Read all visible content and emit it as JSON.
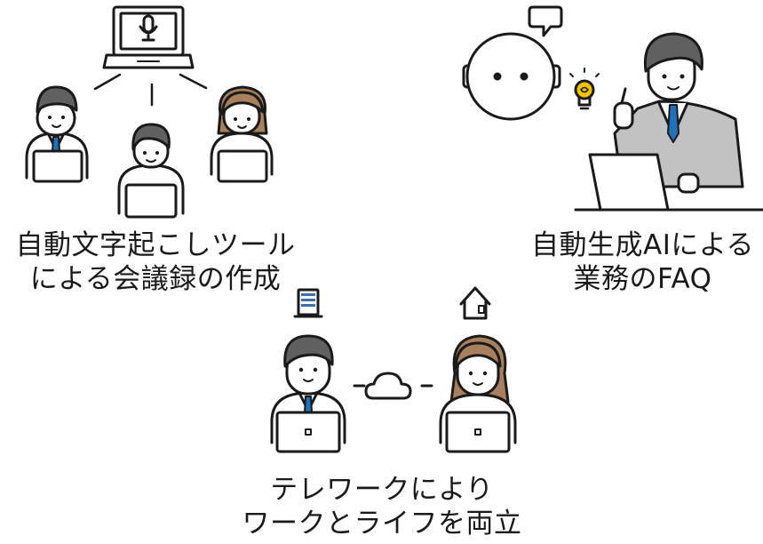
{
  "colors": {
    "line": "#1a1a1a",
    "skin": "#ffffff",
    "hair_male": "#606060",
    "hair_female": "#a9805e",
    "suit": "#c2c2c2",
    "tie": "#1f72b8",
    "bulb": "#f2c200",
    "building": "#3d6fb0"
  },
  "icons": [
    "laptop-mic-icon",
    "cloud-icon",
    "building-icon",
    "house-icon",
    "speech-bubble-icon",
    "lightbulb-icon",
    "ai-robot-icon"
  ],
  "captions": {
    "minutes": [
      "自動文字起こしツール",
      "による会議録の作成"
    ],
    "faq": [
      "自動生成AIによる",
      "業務のFAQ"
    ],
    "telework": [
      "テレワークにより",
      "ワークとライフを両立"
    ]
  }
}
